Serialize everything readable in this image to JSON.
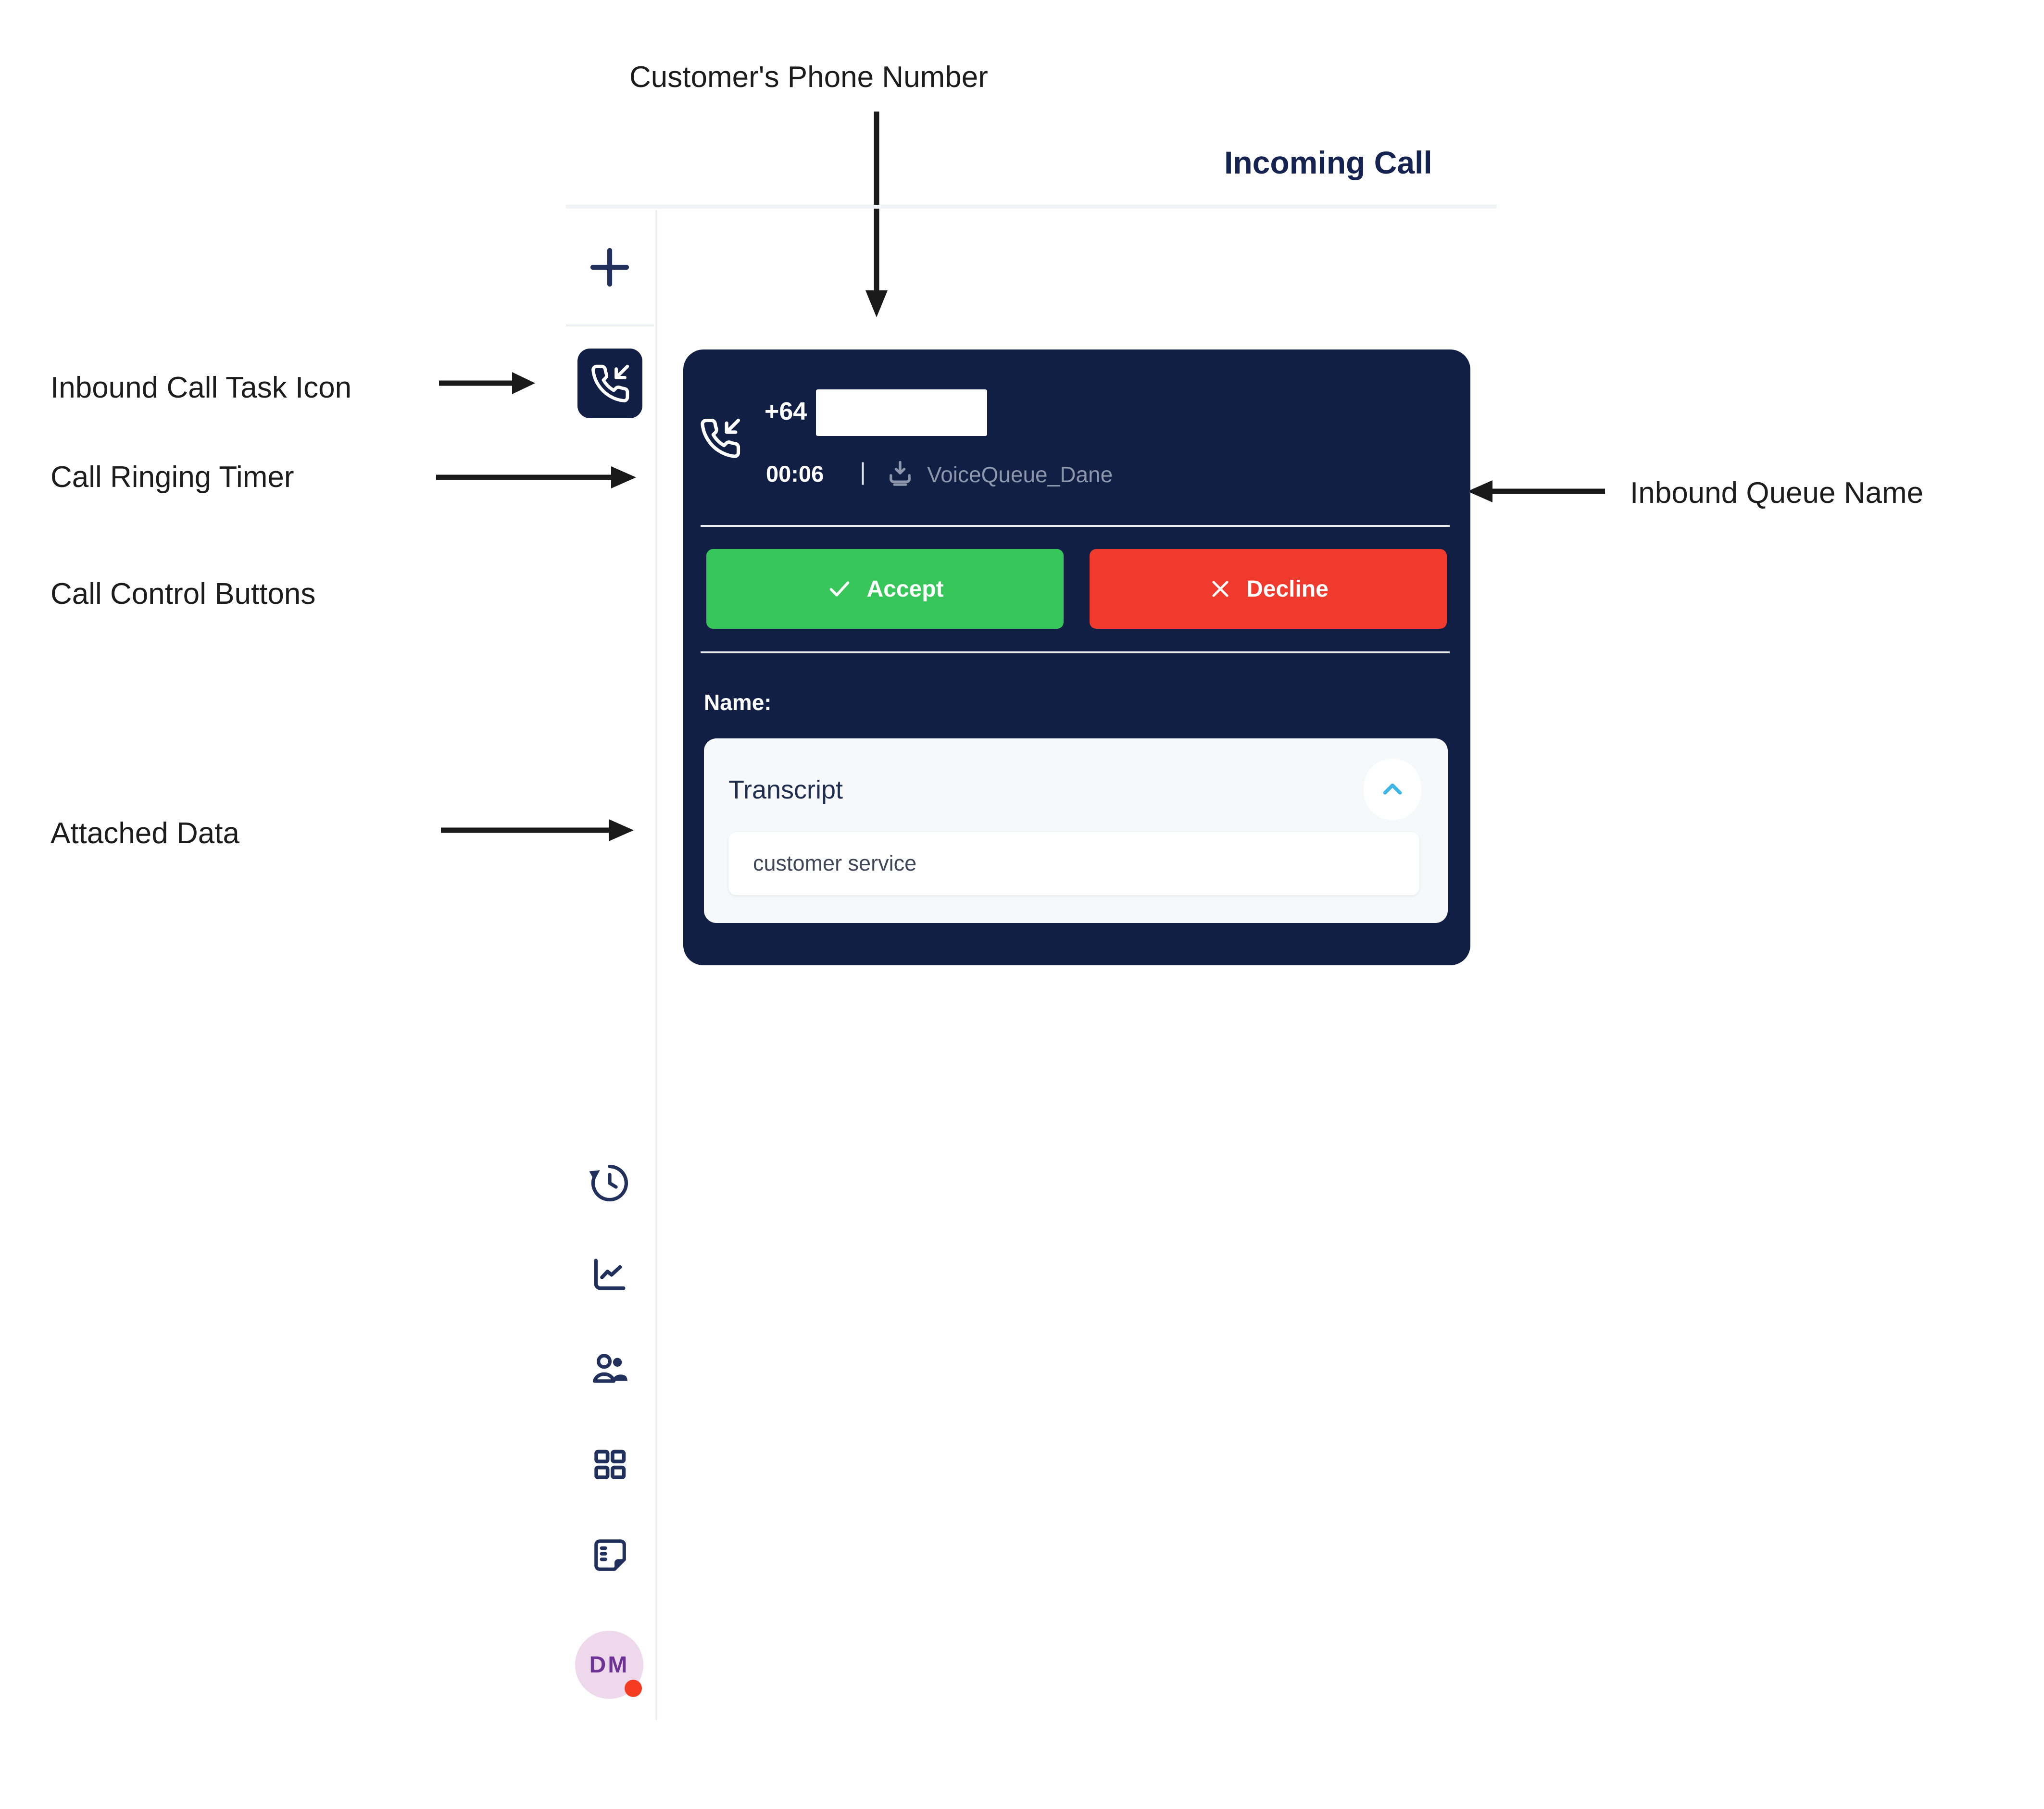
{
  "annotations": {
    "customer_phone_label": "Customer's Phone Number",
    "inbound_call_task_icon_label": "Inbound Call Task Icon",
    "call_ringing_timer_label": "Call Ringing Timer",
    "call_control_buttons_label": "Call Control Buttons",
    "attached_data_label": "Attached Data",
    "inbound_queue_name_label": "Inbound Queue Name"
  },
  "header": {
    "title": "Incoming Call"
  },
  "call_card": {
    "phone_number_prefix": "+64",
    "ringing_timer": "00:06",
    "separator": "|",
    "queue_name": "VoiceQueue_Dane",
    "accept_button": "Accept",
    "decline_button": "Decline",
    "name_label": "Name:",
    "transcript_title": "Transcript",
    "transcript_content": "customer service"
  },
  "sidebar": {
    "avatar_initials": "DM",
    "icons": [
      "plus-icon",
      "incoming-call-icon",
      "history-icon",
      "analytics-icon",
      "agents-icon",
      "grid-icon",
      "notes-icon"
    ]
  },
  "colors": {
    "card_navy": "#121f45",
    "accept_green": "#36c65a",
    "decline_red": "#f03a2d",
    "muted_text": "#8d97ab",
    "chevron_blue": "#3db5e6",
    "icon_navy": "#22305c",
    "avatar_pink": "#eed8ec",
    "avatar_text_purple": "#6f3397",
    "status_dot_red": "#f53b22",
    "title_navy": "#14234f",
    "annotation_black": "#1c1c1c"
  }
}
